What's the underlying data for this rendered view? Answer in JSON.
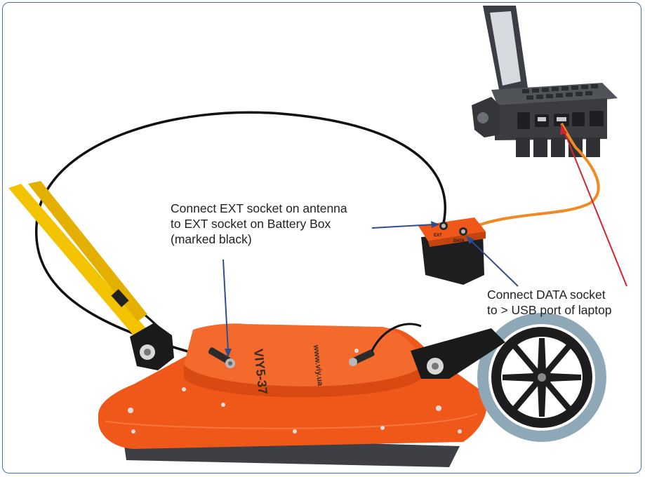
{
  "callouts": {
    "ext": "Connect EXT socket on antenna\nto EXT socket on Battery Box\n(marked black)",
    "data": "Connect DATA socket\nto > USB port of laptop"
  },
  "battery_box": {
    "ext_label": "EXT",
    "data_label": "DATA"
  },
  "antenna": {
    "model_label": "VIY5-37",
    "web_label": "www.viy.ua"
  },
  "colors": {
    "frame_border": "#4a6fb5",
    "antenna_orange": "#f0581a",
    "handle_yellow": "#f4c300",
    "usb_cable": "#f08a24",
    "pointer_blue": "#2f4f8a",
    "pointer_red": "#d4262b",
    "wheel_gray": "#8fa8b8"
  }
}
